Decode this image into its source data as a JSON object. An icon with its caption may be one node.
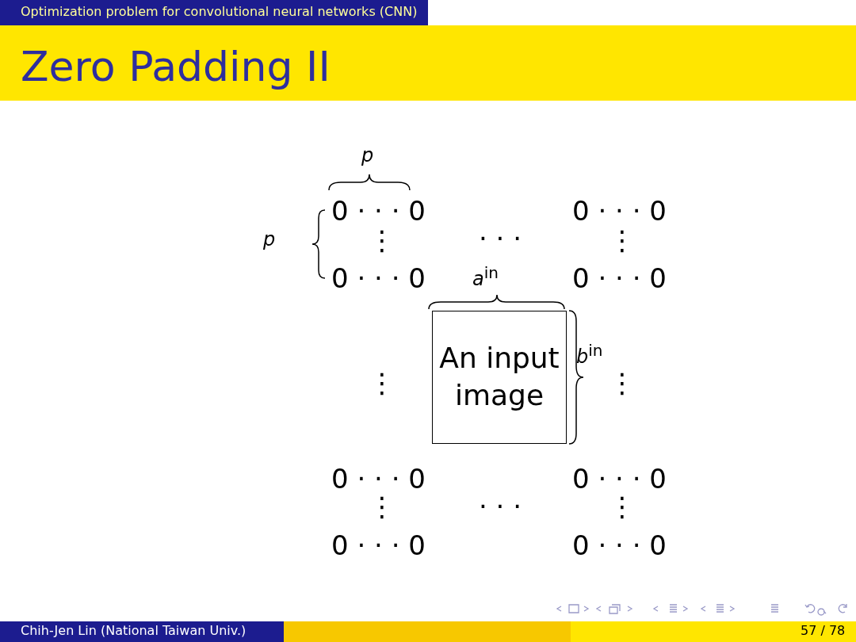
{
  "diagram": {
    "title": "Zero Padding II",
    "nodes": [
      {
        "text": [
          "An input image"
        ]
      }
    ],
    "labels": [
      "Optimization problem for convolutional neural networks (CNN)",
      "*p*",
      "0 · · · 0",
      "0 · · · 0",
      "*p*",
      "⋮",
      "· · ·",
      "⋮",
      "0 · · · 0",
      "*a*$^{in}$",
      "0 · · · 0",
      "⋮",
      "*b*$^{in}$",
      "⋮",
      "0 · · · 0",
      "0 · · · 0",
      "⋮",
      "· · ·",
      "⋮",
      "0 · · · 0",
      "0 · · · 0",
      "Chih-Jen Lin (National Taiwan Univ.)",
      "57 / 78"
    ]
  }
}
